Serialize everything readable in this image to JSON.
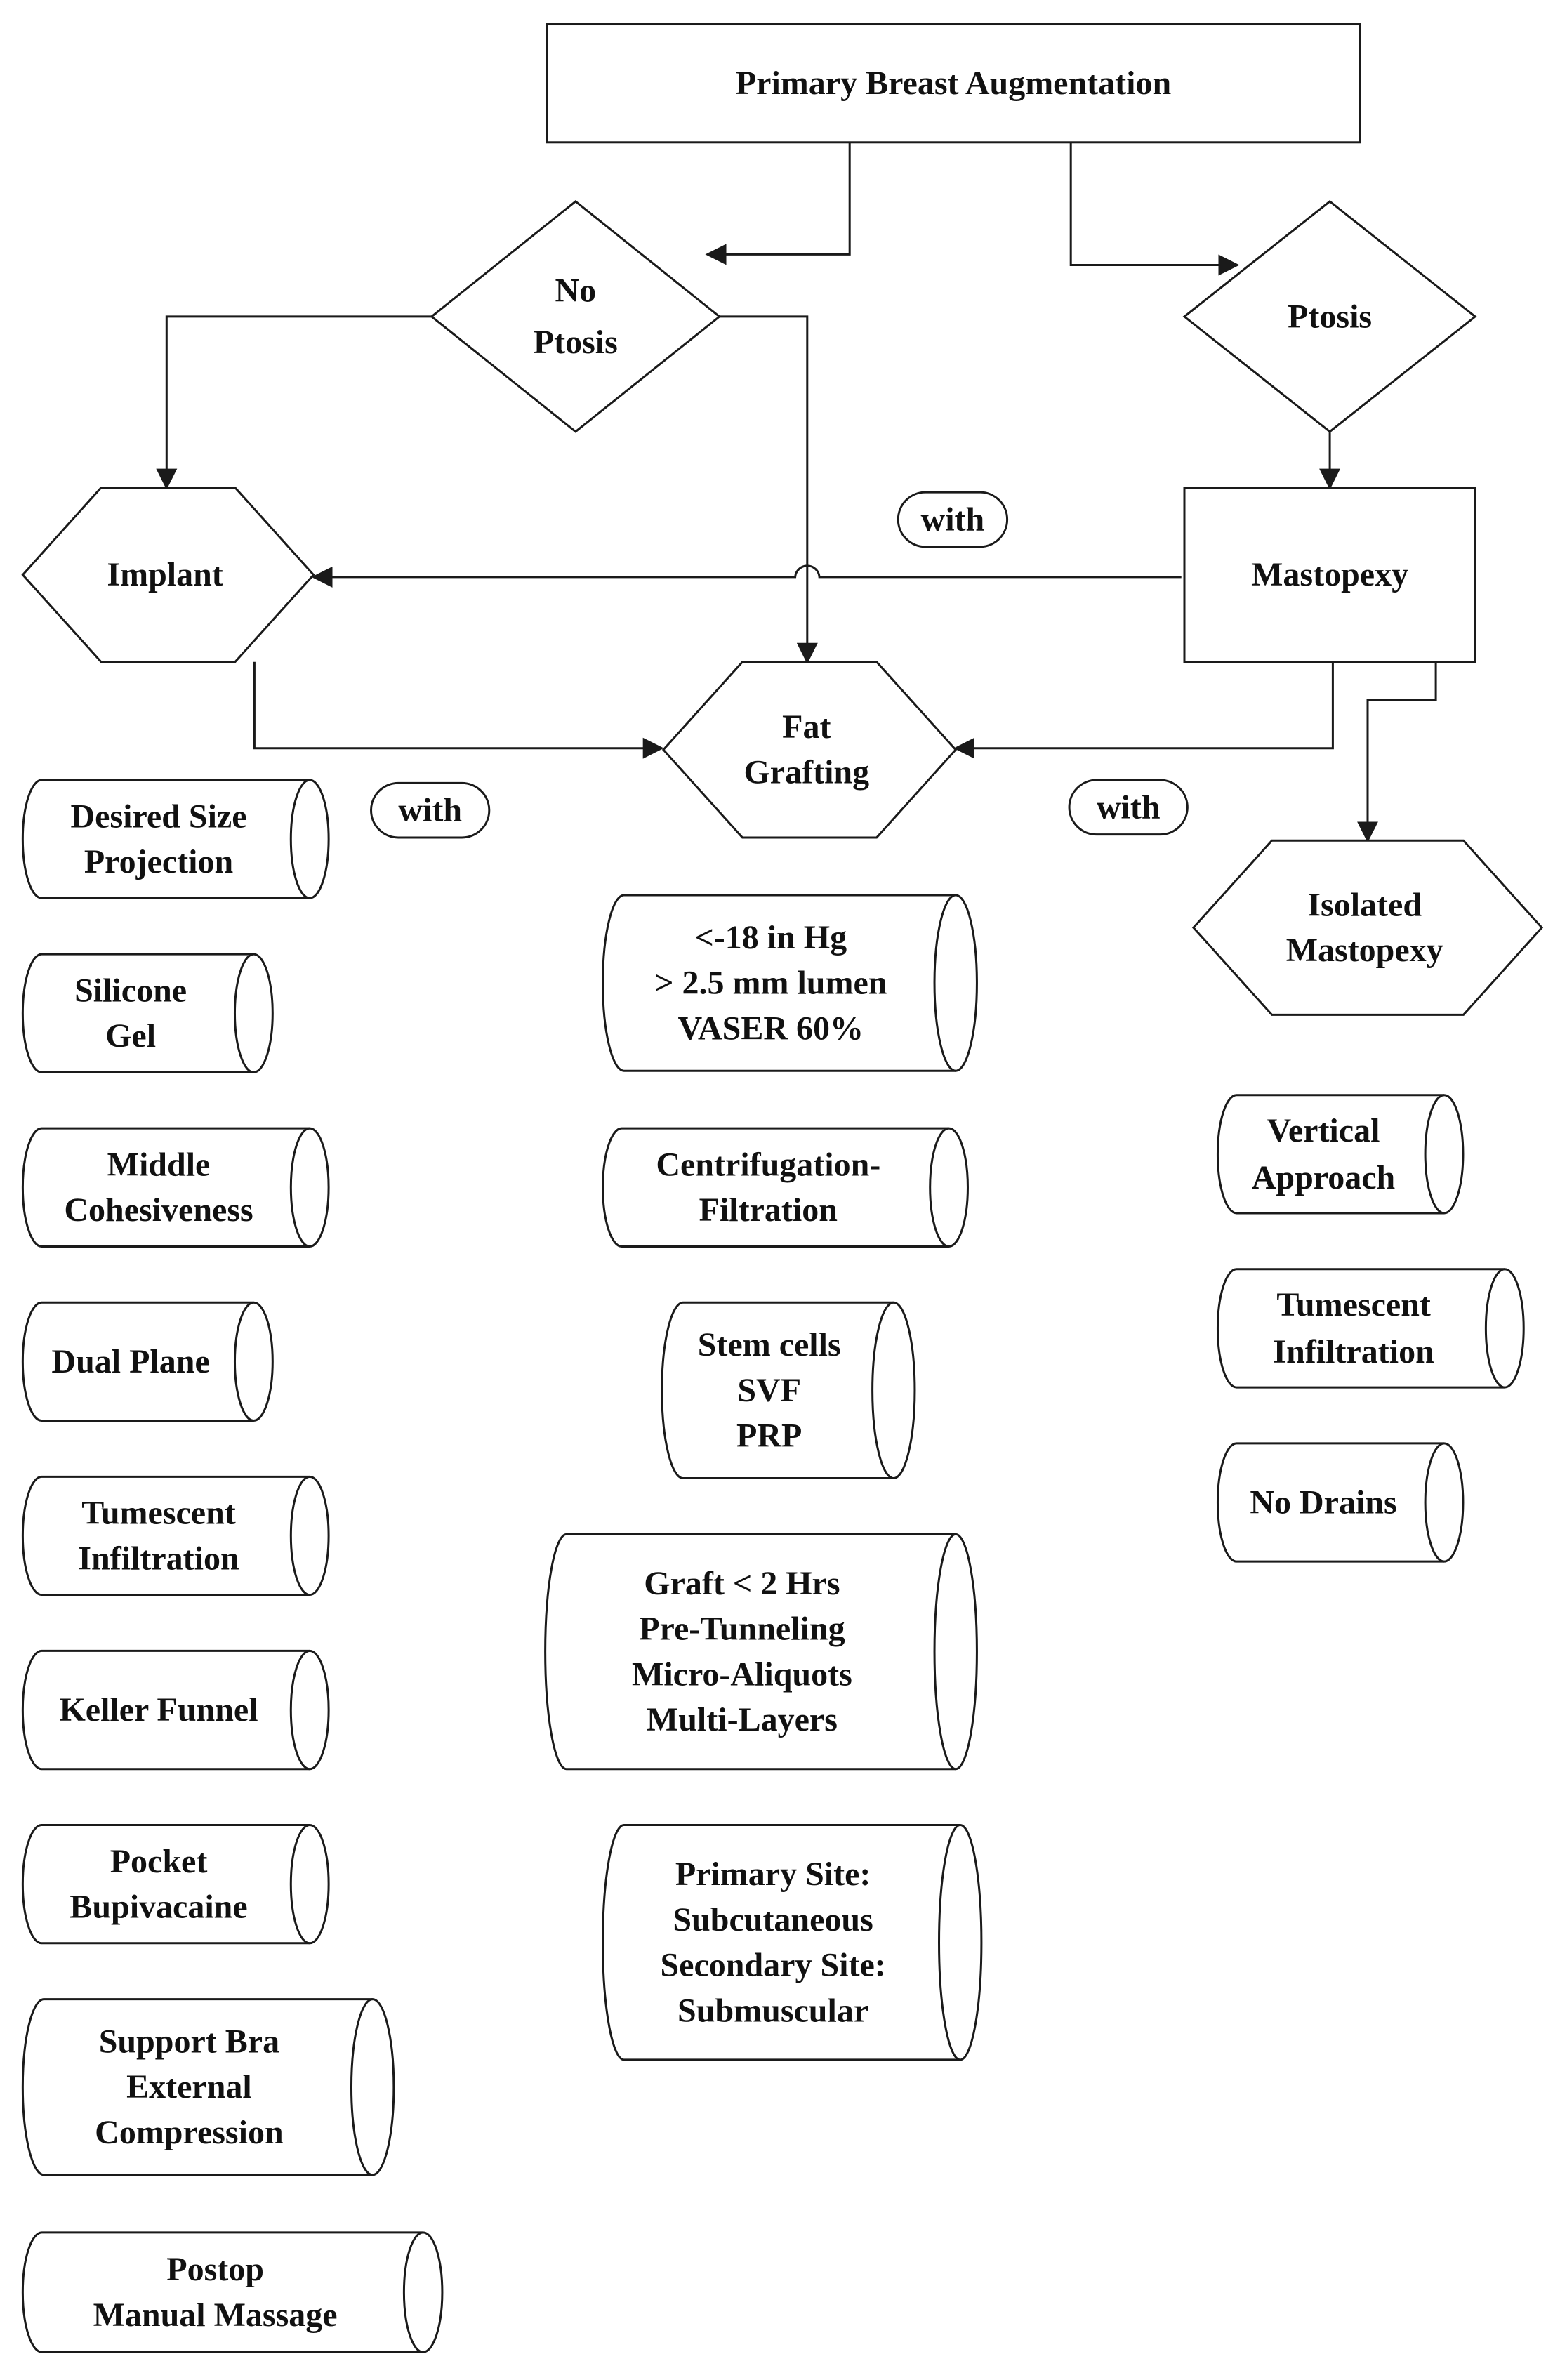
{
  "root": "Primary Breast Augmentation",
  "decisions": {
    "no_ptosis": [
      "No",
      "Ptosis"
    ],
    "ptosis": [
      "Ptosis"
    ]
  },
  "procedures": {
    "implant": [
      "Implant"
    ],
    "mastopexy": [
      "Mastopexy"
    ],
    "fat_grafting": [
      "Fat",
      "Grafting"
    ],
    "isolated_mastopexy": [
      "Isolated",
      "Mastopexy"
    ]
  },
  "connectors": {
    "with_top": "with",
    "with_left": "with",
    "with_right": "with"
  },
  "implant_steps": [
    [
      "Desired Size",
      "Projection"
    ],
    [
      "Silicone",
      "Gel"
    ],
    [
      "Middle",
      "Cohesiveness"
    ],
    [
      "Dual Plane"
    ],
    [
      "Tumescent",
      "Infiltration"
    ],
    [
      "Keller Funnel"
    ],
    [
      "Pocket",
      "Bupivacaine"
    ],
    [
      "Support Bra",
      "External",
      "Compression"
    ],
    [
      "Postop",
      "Manual Massage"
    ]
  ],
  "fat_steps": [
    [
      "<-18 in Hg",
      "> 2.5 mm lumen",
      "VASER 60%"
    ],
    [
      "Centrifugation-",
      "Filtration"
    ],
    [
      "Stem cells",
      "SVF",
      "PRP"
    ],
    [
      "Graft < 2 Hrs",
      "Pre-Tunneling",
      "Micro-Aliquots",
      "Multi-Layers"
    ],
    [
      "Primary Site:",
      "Subcutaneous",
      "Secondary Site:",
      "Submuscular"
    ]
  ],
  "mastopexy_steps": [
    [
      "Vertical",
      "Approach"
    ],
    [
      "Tumescent",
      "Infiltration"
    ],
    [
      "No Drains"
    ]
  ]
}
